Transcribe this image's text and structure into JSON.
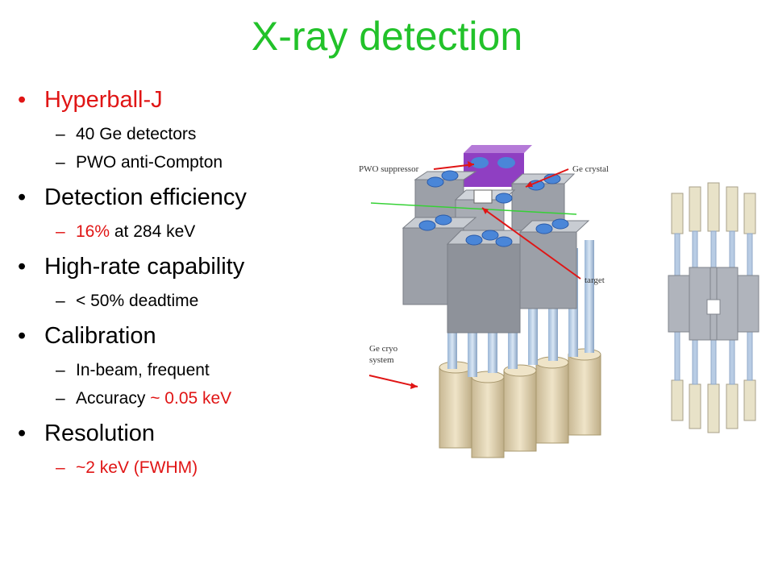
{
  "slide": {
    "title": "X-ray detection",
    "bullets": [
      {
        "head": "Hyperball-J",
        "subs": [
          "40 Ge detectors",
          "PWO anti-Compton"
        ]
      },
      {
        "head": "Detection efficiency",
        "sub_red": "16%",
        "sub_rest": " at 284 keV"
      },
      {
        "head": "High-rate capability",
        "subs": [
          "< 50% deadtime"
        ]
      },
      {
        "head": "Calibration",
        "subs": [
          "In-beam, frequent"
        ],
        "acc_prefix": "Accuracy ",
        "acc_value": "~ 0.05 keV"
      },
      {
        "head": "Resolution",
        "sub_red_full": "~2 keV (FWHM)"
      }
    ]
  },
  "figure": {
    "labels": {
      "pwo": "PWO suppressor",
      "ge_crystal": "Ge crystal",
      "target": "target",
      "cryo_1": "Ge cryo",
      "cryo_2": "system"
    }
  },
  "colors": {
    "title": "#22c22a",
    "highlight": "#e01515"
  }
}
